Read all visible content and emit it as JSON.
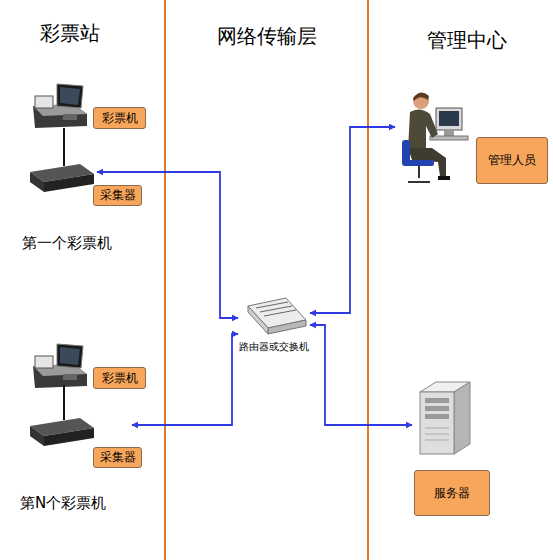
{
  "diagram": {
    "nodes": [
      {
        "text": [
          "彩票机"
        ]
      },
      {
        "text": [
          "管理人员"
        ]
      },
      {
        "text": [
          "采集器"
        ]
      },
      {
        "text": [
          "路由器或交换机"
        ]
      },
      {
        "text": [
          "彩票机"
        ]
      },
      {
        "text": [
          "采集器"
        ]
      },
      {
        "text": [
          "服务器"
        ]
      }
    ],
    "edges": [
      {
        "from": 3,
        "to": 2,
        "arrow": "both"
      },
      {
        "from": 3,
        "to": 1,
        "arrow": "both"
      },
      {
        "from": 3,
        "to": 5,
        "arrow": "both"
      },
      {
        "from": 3,
        "to": 6,
        "arrow": "both"
      }
    ],
    "labels": [
      "彩票站",
      "网络传输层",
      "管理中心",
      "第一个彩票机",
      "第N个彩票机"
    ]
  }
}
